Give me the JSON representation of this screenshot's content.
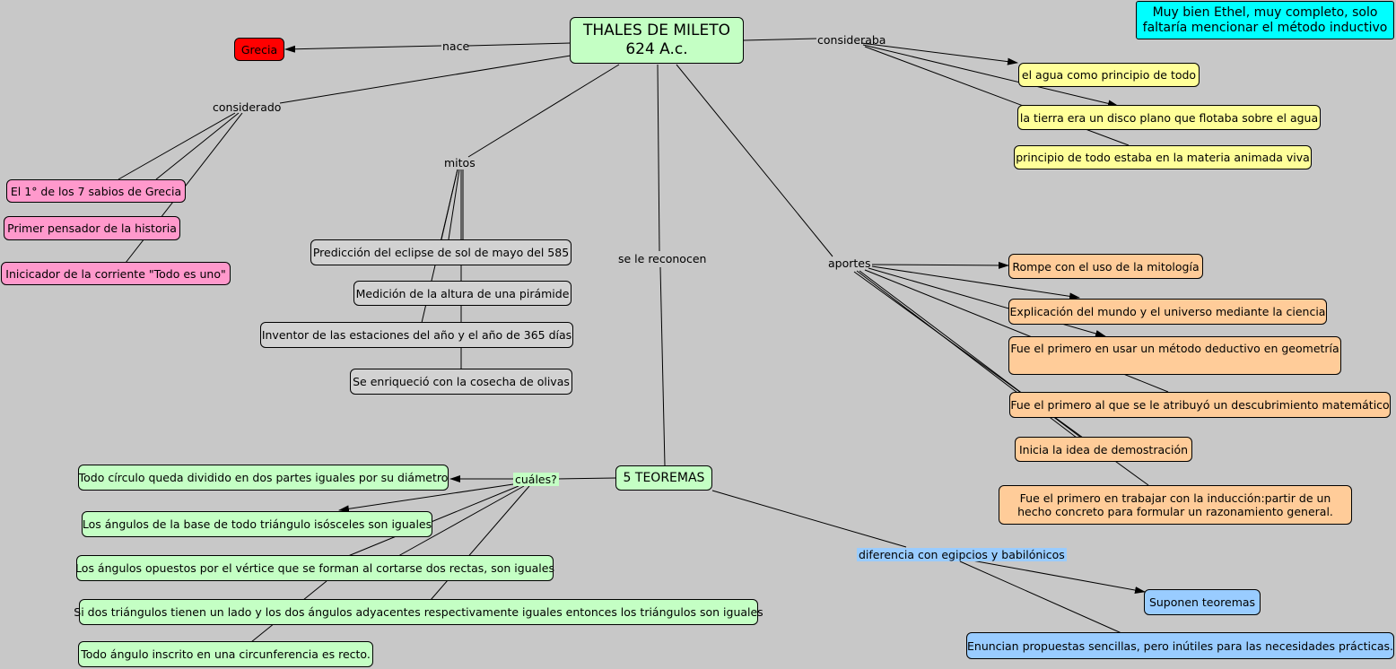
{
  "comment_note": "Muy bien Ethel, muy completo, solo faltaría mencionar el método inductivo",
  "main_node": {
    "line1": "THALES DE MILETO",
    "line2": "624 A.c."
  },
  "nodes": {
    "grecia": "Grecia",
    "sabio": "El 1° de los 7 sabios de Grecia",
    "pensador": "Primer pensador de la historia",
    "iniciador": "Inicicador de la corriente \"Todo es uno\"",
    "eclipse": "Predicción del eclipse de sol de mayo del 585",
    "piramide": "Medición de la altura de una pirámide",
    "estaciones": "Inventor de las estaciones del año y el año de 365 días",
    "olivas": "Se enriqueció con la cosecha de olivas",
    "agua": "el agua como principio de todo",
    "tierra": "la tierra era un disco plano que flotaba sobre el agua",
    "materia": "principio de todo estaba en la materia animada viva",
    "mitologia": "Rompe con el uso de la mitología",
    "explicacion": "Explicación del mundo y el universo mediante la ciencia",
    "deductivo": "Fue el primero en usar un método deductivo en geometría",
    "descubrimiento": "Fue el primero al que se le atribuyó un descubrimiento matemático",
    "demostracion": "Inicia la idea de demostración",
    "induccion": "Fue el primero en trabajar con la inducción:partir de un hecho concreto para formular un razonamiento general.",
    "teoremas": "5 TEOREMAS",
    "t1": "Todo círculo queda dividido en dos partes iguales por su diámetro",
    "t2": "Los ángulos de la base de todo triángulo isósceles son iguales",
    "t3": "Los ángulos opuestos por el vértice que se forman al cortarse dos rectas, son iguales",
    "t4": "Si dos triángulos tienen un lado y los dos ángulos adyacentes respectivamente iguales entonces los triángulos son iguales",
    "t5": "Todo ángulo inscrito en una circunferencia es recto.",
    "suponen": "Suponen teoremas",
    "enuncian": "Enuncian propuestas sencillas, pero inútiles para las necesidades prácticas."
  },
  "links": {
    "nace": "nace",
    "considerado": "considerado",
    "mitos": "mitos",
    "reconocen": "se le reconocen",
    "consideraba": "consideraba",
    "aportes": "aportes",
    "cuales": "cuáles?",
    "diferencia": "diferencia con egipcios y babilónicos"
  },
  "colors": {
    "background": "#c8c8c8",
    "main": "#c4ffc4",
    "red": "#ff0000",
    "pink": "#ff99cc",
    "gray": "#d2d2d2",
    "yellow": "#ffff99",
    "orange": "#ffcc99",
    "green": "#c4ffc4",
    "blue": "#99ccff",
    "cyan": "#00ffff"
  }
}
